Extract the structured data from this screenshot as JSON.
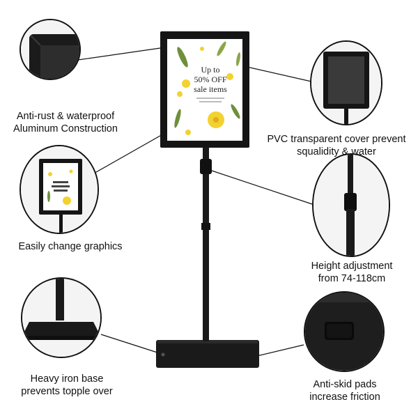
{
  "features": {
    "aluminum": {
      "line1": "Anti-rust & waterproof",
      "line2": "Aluminum Construction"
    },
    "pvc": {
      "line1": "PVC transparent cover prevent",
      "line2": "squalidity & water"
    },
    "graphics": {
      "line1": "Easily change graphics"
    },
    "height": {
      "line1": "Height adjustment",
      "line2": "from 74-118cm"
    },
    "base": {
      "line1": "Heavy iron base",
      "line2": "prevents topple over"
    },
    "pads": {
      "line1": "Anti-skid pads",
      "line2": "increase friction"
    }
  },
  "poster": {
    "line1": "Up to",
    "line2": "50% OFF",
    "line3": "sale items"
  },
  "colors": {
    "frame": "#151515",
    "stand": "#1a1a1a",
    "flower_yellow": "#f2d22e",
    "leaf_green": "#6f8f3a",
    "poster_bg": "#ffffff",
    "pvc_screen": "#3a3a3a"
  }
}
